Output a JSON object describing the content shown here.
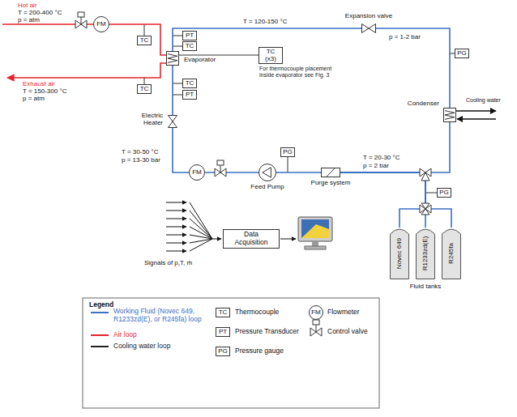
{
  "diagram": {
    "nodes": [
      {
        "text": [
          "FM"
        ]
      },
      {
        "text": [
          "TC"
        ]
      },
      {
        "text": [
          "TC"
        ]
      },
      {
        "text": [
          "PT"
        ]
      },
      {
        "text": [
          "TC"
        ]
      },
      {
        "text": [
          "Evaporator"
        ]
      },
      {
        "text": [
          "TC (x3)",
          "For thermocouple placement inside evaporator see Fig. 3"
        ]
      },
      {
        "text": [
          "TC"
        ]
      },
      {
        "text": [
          "PT"
        ]
      },
      {
        "text": [
          "Expansion valve"
        ]
      },
      {
        "text": [
          "PG"
        ]
      },
      {
        "text": [
          "Condenser"
        ]
      },
      {
        "text": [
          "Electric Heater"
        ]
      },
      {
        "text": [
          "FM"
        ]
      },
      {
        "text": [
          "PG"
        ]
      },
      {
        "text": [
          "Feed Pump"
        ]
      },
      {
        "text": [
          "Purge system"
        ]
      },
      {
        "text": [
          "PG"
        ]
      },
      {
        "text": [
          "Data Acquisition"
        ]
      },
      {
        "text": [
          "Novec 649"
        ]
      },
      {
        "text": [
          "R1233zd(E)"
        ]
      },
      {
        "text": [
          "R245fa"
        ]
      }
    ],
    "edges": [
      {
        "from": 0,
        "to": 5,
        "arrow": "none"
      },
      {
        "from": 5,
        "to": 6,
        "arrow": "none"
      },
      {
        "from": 5,
        "to": 9,
        "arrow": "none"
      },
      {
        "from": 9,
        "to": 11,
        "arrow": "none"
      },
      {
        "from": 11,
        "to": 16,
        "arrow": "none"
      },
      {
        "from": 19,
        "to": 16,
        "arrow": "none"
      },
      {
        "from": 20,
        "to": 16,
        "arrow": "none"
      },
      {
        "from": 21,
        "to": 16,
        "arrow": "none"
      },
      {
        "from": 16,
        "to": 15,
        "arrow": "none"
      },
      {
        "from": 15,
        "to": 13,
        "arrow": "none"
      },
      {
        "from": 13,
        "to": 12,
        "arrow": "none"
      },
      {
        "from": 12,
        "to": 5,
        "arrow": "none"
      }
    ],
    "labels": [
      "Hot air",
      "T = 200-400 °C",
      "p = atm",
      "Exhaust air",
      "T = 150-300 °C",
      "p = atm",
      "T = 120-150 °C",
      "p = 1-2 bar",
      "Cooling water",
      "T = 30-50 °C",
      "p = 13-30 bar",
      "T = 20-30 °C",
      "p = 2 bar",
      "Signals of p,T, ṁ",
      "Fluid tanks",
      "Legend",
      "TC",
      "PT",
      "PG",
      "FM"
    ],
    "legend": [
      {
        "text": "Working Fluid (Novec 649, R1233zd(E), or R245fa) loop",
        "color": "#3b6fc4"
      },
      {
        "text": "Air loop",
        "color": "#e3262b"
      },
      {
        "text": "Cooling water loop",
        "color": "#222222"
      },
      {
        "text": "Thermocouple"
      },
      {
        "text": "Pressure Transducer"
      },
      {
        "text": "Pressure gauge"
      },
      {
        "text": "Flowmeter"
      },
      {
        "text": "Control valve"
      }
    ]
  }
}
